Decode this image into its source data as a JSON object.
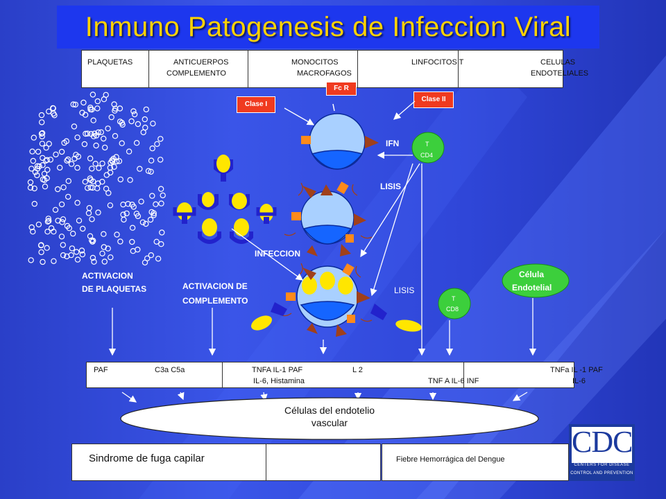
{
  "title": "Inmuno Patogenesis de Infeccion Viral",
  "top_bar": {
    "plaquetas": "PLAQUETAS",
    "anticuerpos": "ANTICUERPOS",
    "complemento": "COMPLEMENTO",
    "monocitos": "MONOCITOS",
    "macrofagos": "MACROFAGOS",
    "linfocitos": "LINFOCITOS   T",
    "celulas": "CELULAS",
    "endoteliales": "ENDOTELIALES"
  },
  "receptors": {
    "fc_r": "Fc R",
    "clase_1": "Clase I",
    "clase_2": "Clase II"
  },
  "cells": {
    "t_cd4_t": "T",
    "t_cd4_cd": "CD4",
    "t_cd8_t": "T",
    "t_cd8_cd": "CD8",
    "celula": "Célula",
    "endotelial": "Endotelial"
  },
  "labels": {
    "ifn": "IFN",
    "lisis_1": "LISIS",
    "lisis_2": "LISIS",
    "infeccion": "INFECCION",
    "act_plaquetas_1": "ACTIVACION",
    "act_plaquetas_2": "DE PLAQUETAS",
    "act_complemento_1": "ACTIVACION  DE",
    "act_complemento_2": "COMPLEMENTO"
  },
  "mediator_bar": {
    "paf": "PAF",
    "c3a_c5a": "C3a    C5a",
    "tnfa_line1": "TNFA  IL-1  PAF",
    "tnfa_line2": "IL-6, Histamina",
    "l2": "L 2",
    "tnf_inf": "TNF  A  IL-6  INF",
    "tnfa_end_1": "TNFa  IL -1  PAF",
    "tnfa_end_2": "IL-6"
  },
  "endothelium": {
    "line1": "Células del endotelio",
    "line2": "vascular"
  },
  "bottom": {
    "sindrome": "Sindrome de fuga capilar",
    "fiebre": "Fiebre Hemorrágica del Dengue"
  },
  "logo": {
    "text": "CDC",
    "line1": "CENTERS FOR DISEASE",
    "line2": "CONTROL AND PREVENTION"
  },
  "colors": {
    "title": "#ffd200",
    "tag": "#f03a1f",
    "green_cell": "#3ccf3c",
    "cell_light": "#a9d0ff",
    "cell_dark": "#1565ff",
    "antibody": "#2222cc",
    "yellow": "#ffe600"
  }
}
